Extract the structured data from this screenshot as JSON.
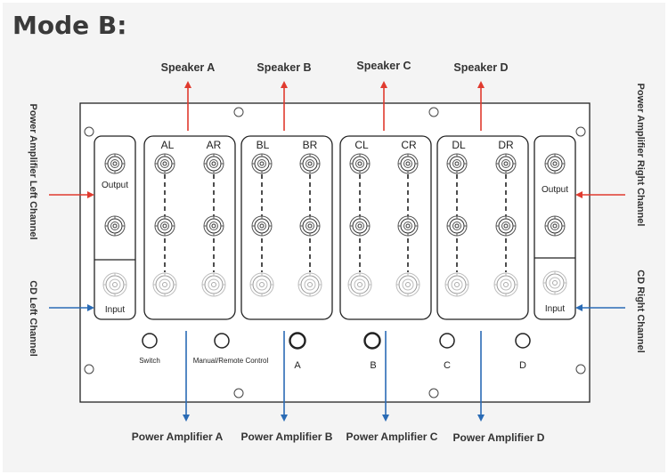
{
  "title": "Mode B:",
  "speakers": [
    "Speaker A",
    "Speaker B",
    "Speaker C",
    "Speaker D"
  ],
  "amplifiers": [
    "Power Amplifier A",
    "Power Amplifier B",
    "Power Amplifier C",
    "Power Amplifier D"
  ],
  "left_side": {
    "power": "Power Amplifier Left Channel",
    "cd": "CD Left Channel"
  },
  "right_side": {
    "power": "Power Amplifier Right Channel",
    "cd": "CD Right Channel"
  },
  "channels": [
    "AL",
    "AR",
    "BL",
    "BR",
    "CL",
    "CR",
    "DL",
    "DR"
  ],
  "output_label": "Output",
  "input_label": "Input",
  "switch_label": "Switch",
  "manual_label": "Manual/Remote Control",
  "zone_buttons": [
    "A",
    "B",
    "C",
    "D"
  ],
  "colors": {
    "speaker_arrow": "#e03a2e",
    "amplifier_arrow": "#2a6bb5",
    "panel_line": "#222222"
  }
}
